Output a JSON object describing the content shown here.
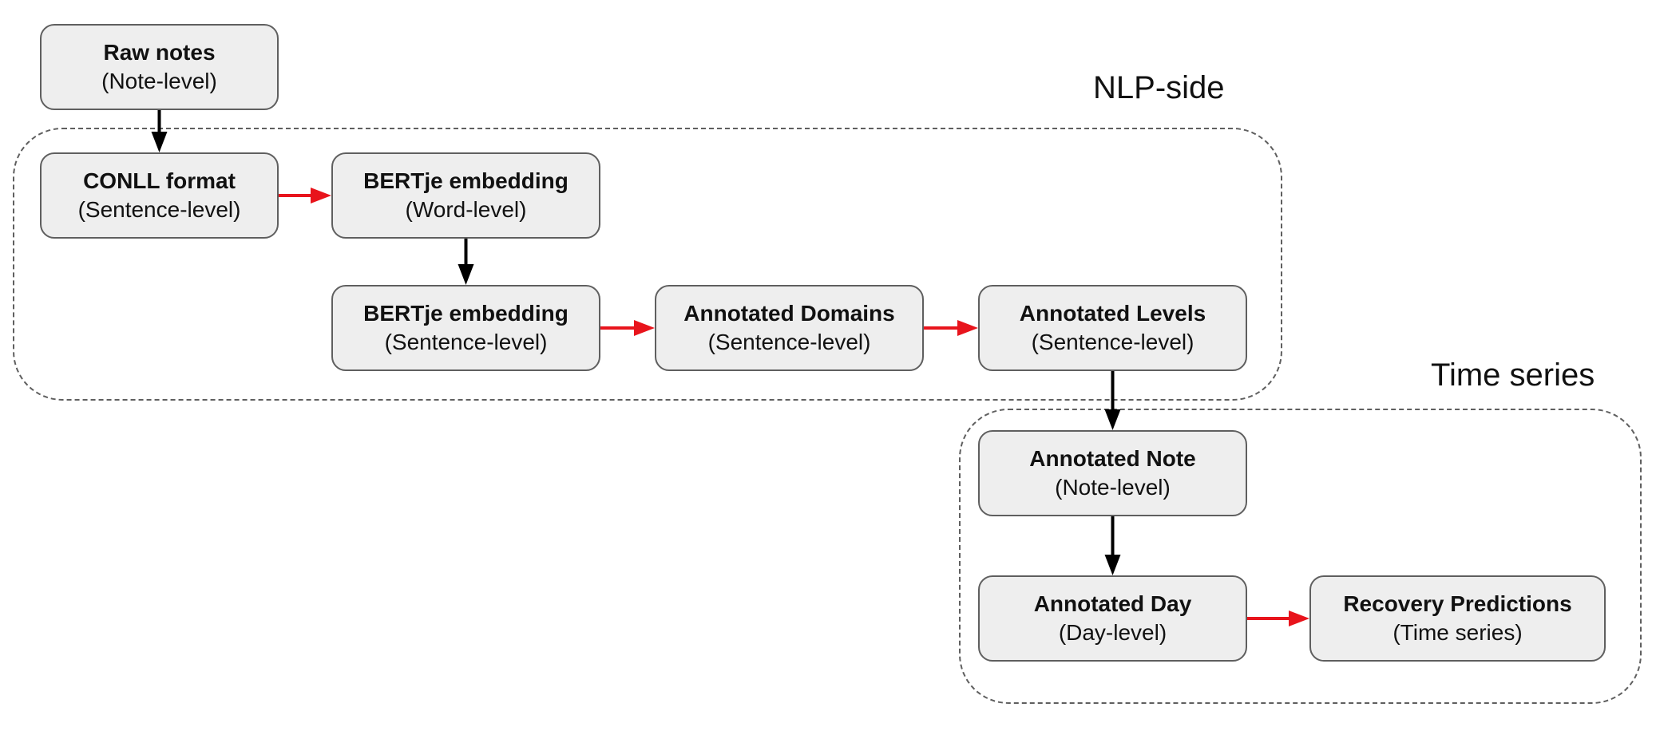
{
  "groups": {
    "nlp": {
      "label": "NLP-side"
    },
    "timeseries": {
      "label": "Time series"
    }
  },
  "nodes": {
    "raw_notes": {
      "title": "Raw notes",
      "sub": "(Note-level)"
    },
    "conll": {
      "title": "CONLL format",
      "sub": "(Sentence-level)"
    },
    "bertje_word": {
      "title": "BERTje embedding",
      "sub": "(Word-level)"
    },
    "bertje_sentence": {
      "title": "BERTje embedding",
      "sub": "(Sentence-level)"
    },
    "annotated_domains": {
      "title": "Annotated Domains",
      "sub": "(Sentence-level)"
    },
    "annotated_levels": {
      "title": "Annotated Levels",
      "sub": "(Sentence-level)"
    },
    "annotated_note": {
      "title": "Annotated Note",
      "sub": "(Note-level)"
    },
    "annotated_day": {
      "title": "Annotated Day",
      "sub": "(Day-level)"
    },
    "recovery_predictions": {
      "title": "Recovery Predictions",
      "sub": "(Time series)"
    }
  },
  "edges": [
    {
      "from": "raw_notes",
      "to": "conll",
      "color": "#000000"
    },
    {
      "from": "conll",
      "to": "bertje_word",
      "color": "#e8141c"
    },
    {
      "from": "bertje_word",
      "to": "bertje_sentence",
      "color": "#000000"
    },
    {
      "from": "bertje_sentence",
      "to": "annotated_domains",
      "color": "#e8141c"
    },
    {
      "from": "annotated_domains",
      "to": "annotated_levels",
      "color": "#e8141c"
    },
    {
      "from": "annotated_levels",
      "to": "annotated_note",
      "color": "#000000"
    },
    {
      "from": "annotated_note",
      "to": "annotated_day",
      "color": "#000000"
    },
    {
      "from": "annotated_day",
      "to": "recovery_predictions",
      "color": "#e8141c"
    }
  ],
  "colors": {
    "node_fill": "#eeeeee",
    "node_border": "#5f5f5f",
    "group_border": "#5f5f5f",
    "arrow_black": "#000000",
    "arrow_red": "#e8141c"
  }
}
